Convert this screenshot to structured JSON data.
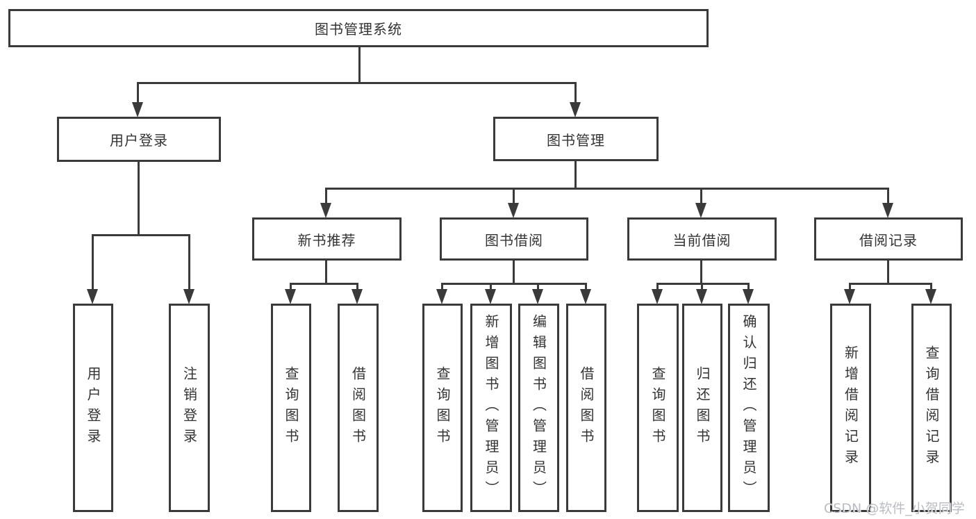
{
  "diagram": {
    "type": "hierarchy-tree",
    "colors": {
      "line": "#3a3a3a",
      "text": "#333333",
      "box_background": "#ffffff",
      "watermark": "#b9bdc3"
    },
    "tree": {
      "root": "图书管理系统",
      "branches": [
        {
          "label": "用户登录",
          "leaves": [
            "用户登录",
            "注销登录"
          ]
        },
        {
          "label": "图书管理",
          "groups": [
            {
              "label": "新书推荐",
              "leaves": [
                "查询图书",
                "借阅图书"
              ]
            },
            {
              "label": "图书借阅",
              "leaves": [
                "查询图书",
                "新增图书（管理员）",
                "编辑图书（管理员）",
                "借阅图书"
              ]
            },
            {
              "label": "当前借阅",
              "leaves": [
                "查询图书",
                "归还图书",
                "确认归还（管理员）"
              ]
            },
            {
              "label": "借阅记录",
              "leaves": [
                "新增借阅记录",
                "查询借阅记录"
              ]
            }
          ]
        }
      ]
    },
    "watermark": "CSDN @软件_小贺同学"
  }
}
